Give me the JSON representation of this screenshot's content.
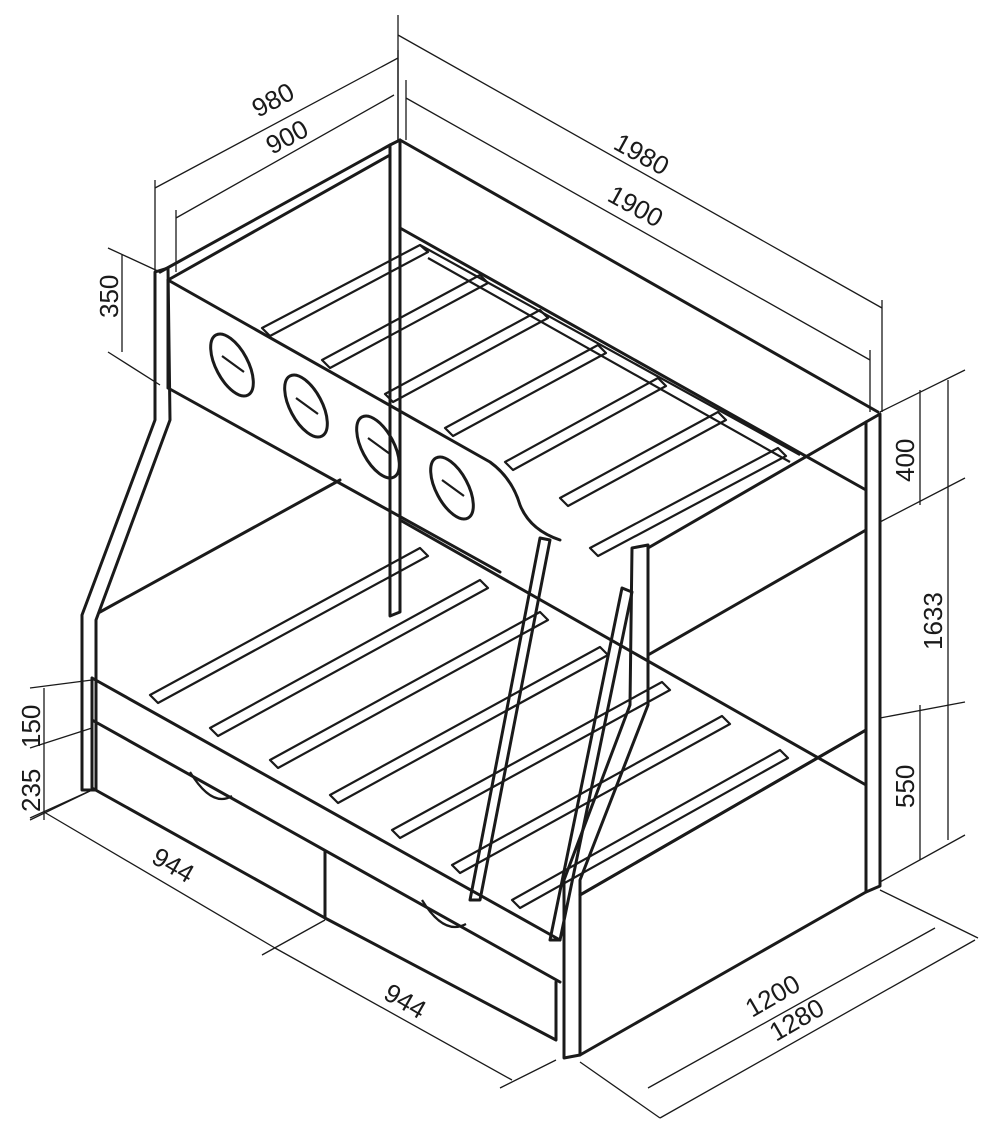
{
  "dimensions": {
    "depth_outer": "980",
    "depth_inner": "900",
    "length_outer": "1980",
    "length_inner": "1900",
    "rail_height_left": "350",
    "rail_height_right": "400",
    "total_height": "1633",
    "lower_height": "550",
    "bed_side_height": "150",
    "drawer_height": "235",
    "drawer_length_a": "944",
    "drawer_length_b": "944",
    "width_inner": "1200",
    "width_outer": "1280"
  },
  "colors": {
    "line": "#1a1a1a",
    "background": "#ffffff"
  }
}
